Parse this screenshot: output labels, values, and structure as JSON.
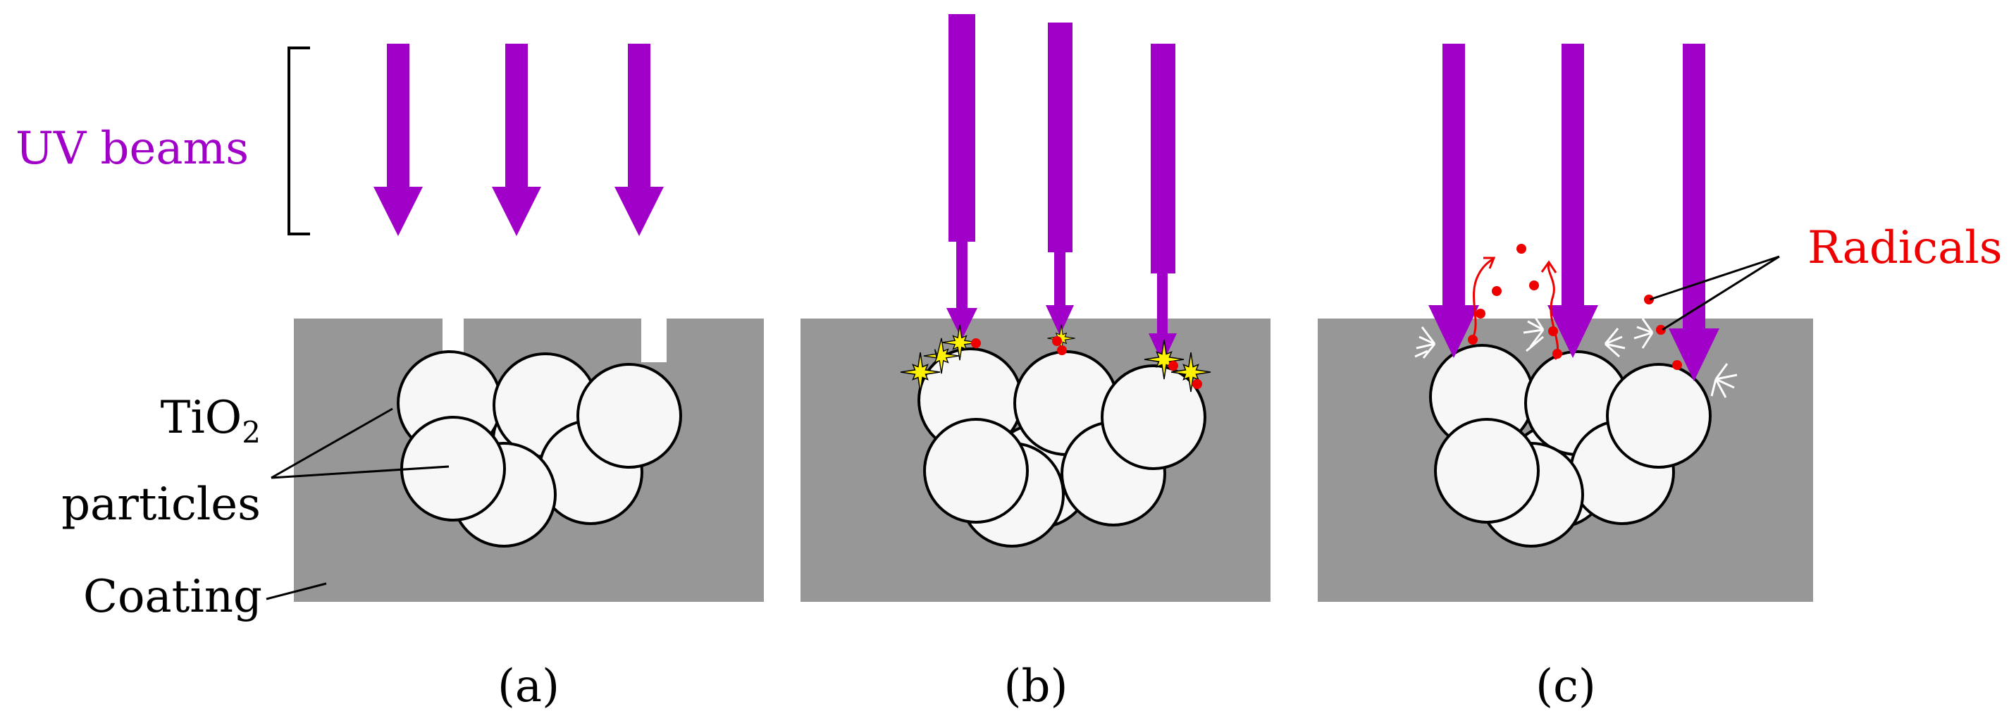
{
  "colors": {
    "uv": "#A100C8",
    "coating": "#979797",
    "particle_fill": "#F7F7F7",
    "particle_stroke": "#000000",
    "radical": "#EE0000",
    "spark": "#FFF200",
    "crack": "#FFFFFF",
    "text": "#000000",
    "background": "#FFFFFF"
  },
  "labels": {
    "uv_beams": "UV beams",
    "radicals": "Radicals",
    "tio2_base": "TiO",
    "tio2_sub": "2",
    "particles": "particles",
    "coating": "Coating"
  },
  "panels": [
    {
      "id": "a",
      "caption": "(a)"
    },
    {
      "id": "b",
      "caption": "(b)"
    },
    {
      "id": "c",
      "caption": "(c)"
    }
  ]
}
